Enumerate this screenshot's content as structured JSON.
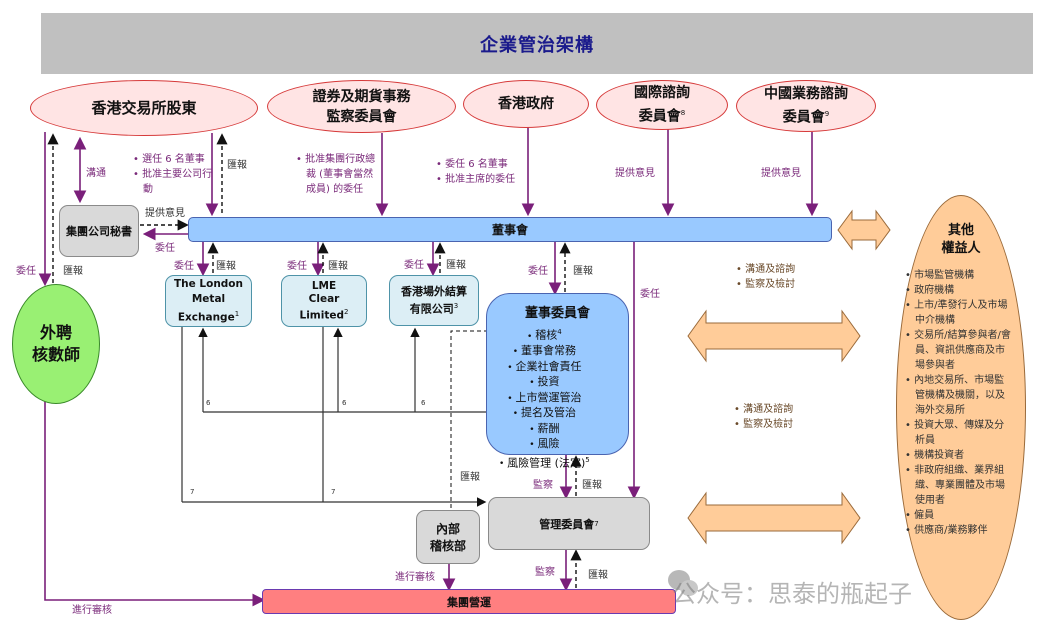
{
  "title": "企業管治架構",
  "colors": {
    "title_bar": "#c0c0c0",
    "title_text": "#1a1a8c",
    "ellipse_fill": "#ffe4e4",
    "ellipse_border": "#d63a3a",
    "board_fill": "#99c9ff",
    "subsidiary_fill": "#dceef5",
    "gray_box_fill": "#d9d9d9",
    "group_ops_fill": "#ff7f80",
    "auditor_fill": "#99f073",
    "stakeholder_fill": "#ffcc99",
    "arrow_purple": "#7a1f7a"
  },
  "top_entities": [
    {
      "id": "shareholders",
      "label": "香港交易所股東"
    },
    {
      "id": "sfc",
      "label": "證券及期貨事務監察委員會",
      "line1": "證券及期貨事務",
      "line2": "監察委員會"
    },
    {
      "id": "hk_gov",
      "label": "香港政府"
    },
    {
      "id": "intl_advisory",
      "line1": "國際諮詢",
      "line2": "委員會",
      "note": "8"
    },
    {
      "id": "china_advisory",
      "line1": "中國業務諮詢",
      "line2": "委員會",
      "note": "9"
    }
  ],
  "shareholder_notes": [
    "選任 6 名董事",
    "批准主要公司行動"
  ],
  "sfc_notes": [
    "批准集團行政總裁 (董事會當然成員) 的委任"
  ],
  "gov_notes": [
    "委任 6 名董事",
    "批准主席的委任"
  ],
  "labels": {
    "communicate": "溝通",
    "report": "匯報",
    "appoint": "委任",
    "advise": "提供意見",
    "supervise": "監察",
    "conduct_audit": "進行審核"
  },
  "board": {
    "label": "董事會"
  },
  "company_secretary": {
    "label": "集團公司秘書"
  },
  "external_auditor": {
    "line1": "外聘",
    "line2": "核數師"
  },
  "subsidiaries": [
    {
      "id": "lme",
      "line1": "The London",
      "line2": "Metal Exchange",
      "note": "1"
    },
    {
      "id": "lme_clear",
      "line1": "LME",
      "line2": "Clear",
      "line3": "Limited",
      "note": "2"
    },
    {
      "id": "otc_clear",
      "line1": "香港場外結算",
      "line2": "有限公司",
      "note": "3"
    }
  ],
  "board_committees": {
    "title": "董事委員會",
    "items": [
      {
        "label": "稽核",
        "note": "4"
      },
      {
        "label": "董事會常務"
      },
      {
        "label": "企業社會責任"
      },
      {
        "label": "投資"
      },
      {
        "label": "上市營運管治"
      },
      {
        "label": "提名及管治"
      },
      {
        "label": "薪酬"
      },
      {
        "label": "風險"
      },
      {
        "label": "風險管理 (法定)",
        "note": "5"
      }
    ]
  },
  "footnote_marks": {
    "six": "6",
    "seven": "7"
  },
  "internal_audit": {
    "line1": "內部",
    "line2": "稽核部"
  },
  "management_committee": {
    "label": "管理委員會",
    "note": "7"
  },
  "group_operations": {
    "label": "集團營運"
  },
  "engagement_notes": [
    "溝通及諮詢",
    "監察及檢討"
  ],
  "stakeholders": {
    "line1": "其他",
    "line2": "權益人",
    "items": [
      "市場監管機構",
      "政府機構",
      "上市/準發行人及市場中介機構",
      "交易所/結算參與者/會員、資訊供應商及市場參與者",
      "內地交易所、市場監管機構及機關，以及海外交易所",
      "投資大眾、傳媒及分析員",
      "機構投資者",
      "非政府組織、業界組織、專業團體及市場使用者",
      "僱員",
      "供應商/業務夥伴"
    ]
  },
  "watermark": "公众号：思泰的瓶起子"
}
